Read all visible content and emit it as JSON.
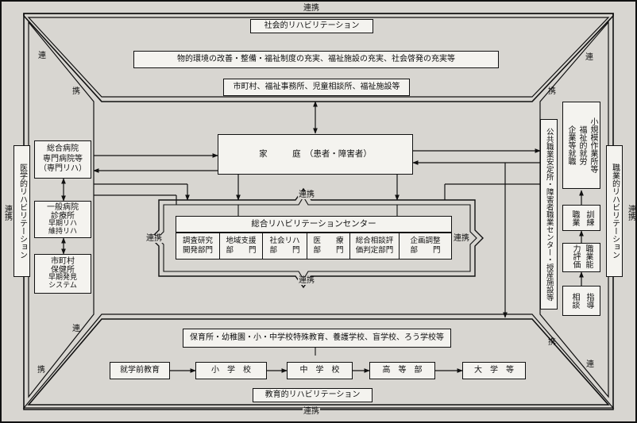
{
  "top_bar": {
    "linkage": "連携",
    "social_rehab": "社会的リハビリテーション",
    "env_improvement": "物的環境の改善・整備・福祉制度の充実、福祉施設の充実、社会啓発の充実等",
    "municipal": "市町村、福祉事務所、児童相談所、福祉施設等"
  },
  "corner_labels": {
    "tl_1": "連",
    "tl_2": "携",
    "tr_1": "連",
    "tr_2": "携",
    "bl_1": "連",
    "bl_2": "携",
    "br_1": "連",
    "br_2": "携"
  },
  "home": "家　　　庭　（患者・障害者）",
  "center": {
    "title": "総合リハビリテーションセンター",
    "linkage_top": "連携",
    "linkage_bottom": "連携",
    "linkage_left": "連携",
    "linkage_right": "連携",
    "departments": [
      {
        "line1": "調査研究",
        "line2": "開発部門"
      },
      {
        "line1": "地域支援",
        "line2": "部　　門"
      },
      {
        "line1": "社会リハ",
        "line2": "部　　門"
      },
      {
        "line1": "医　　療",
        "line2": "部　　門"
      },
      {
        "line1": "総合相談評",
        "line2": "価判定部門"
      },
      {
        "line1": "企画調整",
        "line2": "部　　門"
      }
    ]
  },
  "left_panel": {
    "medical_rehab": "医学的リハビリテーション",
    "linkage": "連携",
    "hospital": {
      "line1": "総合病院",
      "line2": "専門病院等",
      "line3": "（専門リハ）"
    },
    "clinic": {
      "line1": "一般病院",
      "line2": "診療所",
      "line3": "早期リハ",
      "line4": "維持リハ"
    },
    "health_center": {
      "line1": "市町村",
      "line2": "保健所",
      "line3": "早期発見",
      "line4": "システム"
    }
  },
  "right_panel": {
    "vocational_rehab": "職業的リハビリテーション",
    "linkage": "連携",
    "public_employment": "公共職業安定所・障害者職業センター・授産施設等",
    "employment_col1": "企業等就職",
    "employment_col2": "福祉的就労",
    "employment_col3": "小規模作業所等",
    "training_col1": "職業",
    "training_col2": "訓練",
    "ability_col1": "職業能力評価",
    "consult_col1": "相談",
    "consult_col2": "指導"
  },
  "bottom_bar": {
    "schools": "保育所・幼稚園・小・中学校特殊教育、養護学校、盲学校、ろう学校等",
    "education_rehab": "教育的リハビリテーション",
    "linkage": "連携",
    "stages": [
      "就学前教育",
      "小　学　校",
      "中　学　校",
      "高　等　部",
      "大　学　等"
    ]
  }
}
